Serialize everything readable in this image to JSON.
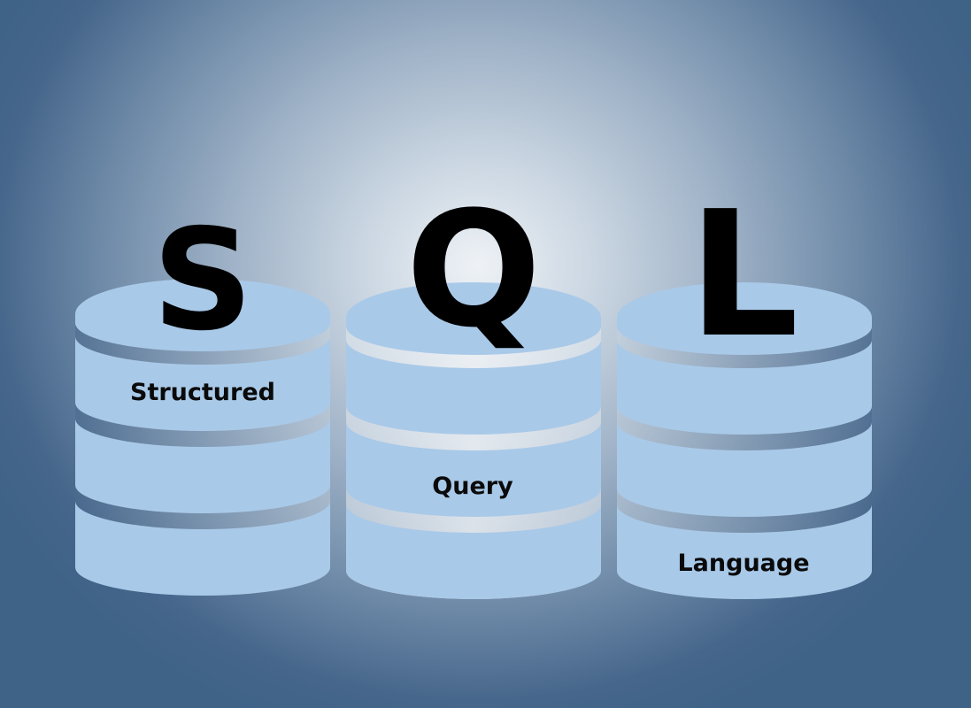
{
  "title": "SQL",
  "colors": {
    "background_center": "#eef2f6",
    "background_edge": "#3f6287",
    "cylinder_fill": "#a9c9e8",
    "text": "#000000"
  },
  "cylinders": [
    {
      "letter": "S",
      "label": "Structured",
      "label_band": 1
    },
    {
      "letter": "Q",
      "label": "Query",
      "label_band": 2
    },
    {
      "letter": "L",
      "label": "Language",
      "label_band": 3
    }
  ],
  "icons": [
    "database-cylinder-icon",
    "database-cylinder-icon",
    "database-cylinder-icon"
  ]
}
